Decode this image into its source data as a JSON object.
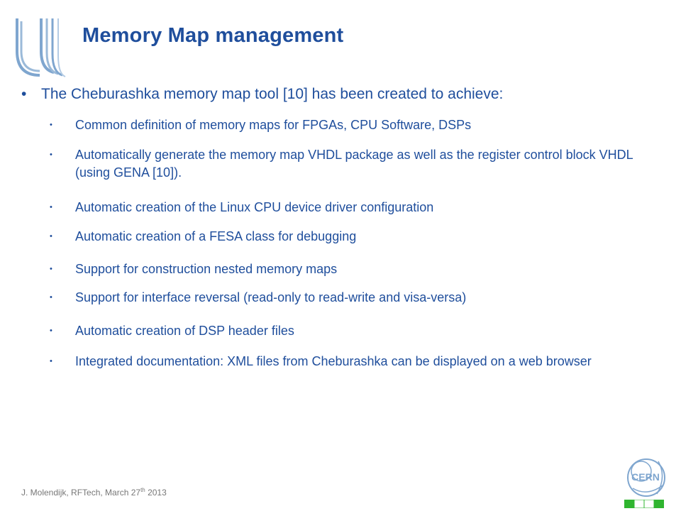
{
  "slide": {
    "title": "Memory Map management",
    "main_bullet": "The Cheburashka memory map tool [10] has been created to achieve:",
    "sub_bullets": [
      "Common definition of memory maps for FPGAs, CPU Software, DSPs",
      "Automatically generate the memory map VHDL package as well as the register control block VHDL (using GENA [10]).",
      "Automatic creation of the Linux CPU device driver configuration",
      "Automatic creation of a FESA class for debugging",
      "Support for construction nested memory maps",
      "Support for interface reversal (read-only to read-write and visa-versa)",
      "Automatic creation of DSP header files",
      "Integrated documentation: XML files from Cheburashka can be displayed on a web browser"
    ],
    "bullet_glyph": "•"
  },
  "footer": {
    "author_text": "J. Molendijk, RFTech, March 27",
    "superscript": "th",
    "year": " 2013"
  },
  "logos": {
    "top_left": "university-logo-icon",
    "bottom_right": "cern-logo-icon",
    "cern_text": "CERN"
  },
  "colors": {
    "title": "#1f4e9c",
    "body_text": "#1f4e9c",
    "logo_blue": "#7fa6cf",
    "footer_text": "#777777",
    "square_green": "#2fb52f"
  }
}
